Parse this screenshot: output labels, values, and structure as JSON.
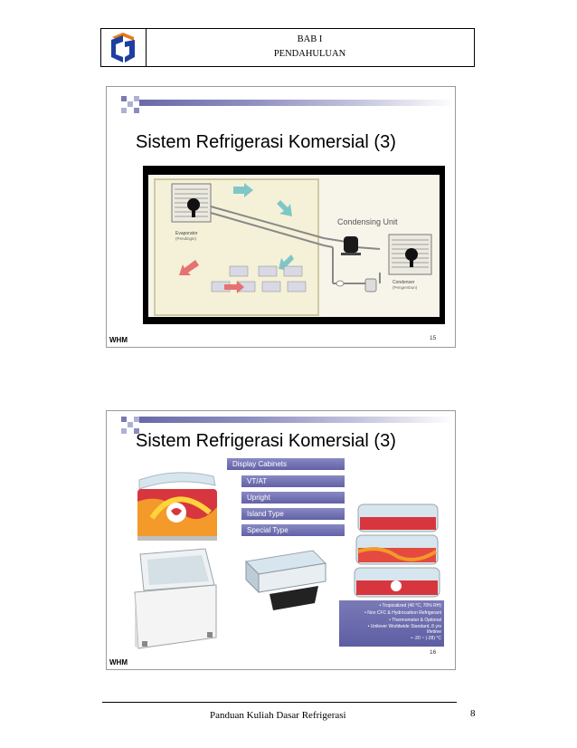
{
  "header": {
    "line1": "BAB I",
    "line2": "PENDAHULUAN"
  },
  "slide1": {
    "title": "Sistem Refrigerasi Komersial (3)",
    "diagram": {
      "evaporator_label": "Evaporator",
      "evaporator_sub": "(Pendingin)",
      "unit_label": "Condensing Unit",
      "condenser_label": "Condenser",
      "condenser_sub": "(Pengembun)"
    },
    "footer_left": "WHM",
    "page": "15"
  },
  "slide2": {
    "title": "Sistem Refrigerasi Komersial (3)",
    "menu": [
      "Display Cabinets",
      "VT/AT",
      "Upright",
      "Island Type",
      "Special Type"
    ],
    "specs": [
      "• Tropicalized (40 °C, 70% RH)",
      "• Non CFC & Hydrocarbon Refrigerant",
      "• Thermometer & Optional",
      "• Unilever Worldwide Standard, 8 yrs",
      "lifetime",
      "• -20 ~ (-28) °C"
    ],
    "footer_left": "WHM",
    "page": "16"
  },
  "footer": {
    "text": "Panduan Kuliah Dasar Refrigerasi",
    "page": "8"
  },
  "colors": {
    "accent": "#6a6aa8",
    "logo_blue": "#1f3fa0",
    "logo_orange": "#e77817"
  }
}
